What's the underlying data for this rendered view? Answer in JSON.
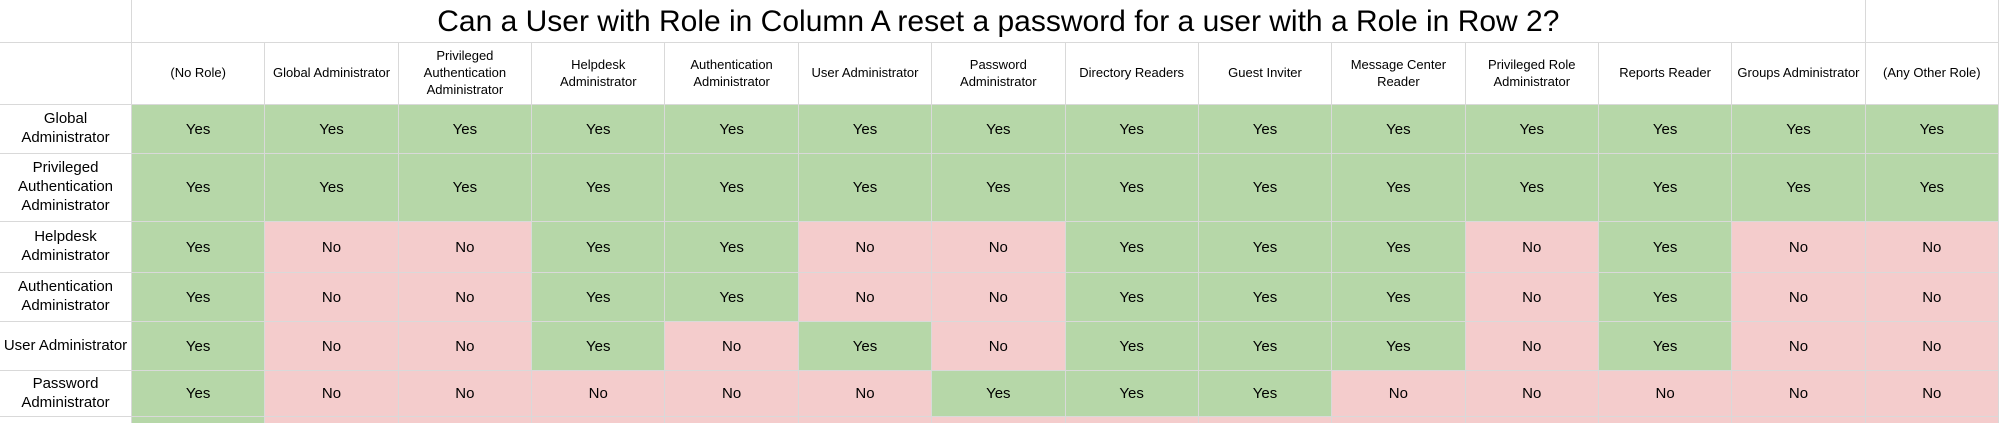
{
  "chart_data": {
    "type": "table",
    "title": "Can a User with Role in Column A reset a password for a user with a Role in Row 2?",
    "columns": [
      "(No Role)",
      "Global Administrator",
      "Privileged Authentication Administrator",
      "Helpdesk Administrator",
      "Authentication Administrator",
      "User Administrator",
      "Password Administrator",
      "Directory Readers",
      "Guest Inviter",
      "Message Center Reader",
      "Privileged Role Administrator",
      "Reports Reader",
      "Groups Administrator",
      "(Any Other Role)"
    ],
    "rows": [
      {
        "label": "Global Administrator",
        "values": [
          "Yes",
          "Yes",
          "Yes",
          "Yes",
          "Yes",
          "Yes",
          "Yes",
          "Yes",
          "Yes",
          "Yes",
          "Yes",
          "Yes",
          "Yes",
          "Yes"
        ]
      },
      {
        "label": "Privileged Authentication Administrator",
        "values": [
          "Yes",
          "Yes",
          "Yes",
          "Yes",
          "Yes",
          "Yes",
          "Yes",
          "Yes",
          "Yes",
          "Yes",
          "Yes",
          "Yes",
          "Yes",
          "Yes"
        ]
      },
      {
        "label": "Helpdesk Administrator",
        "values": [
          "Yes",
          "No",
          "No",
          "Yes",
          "Yes",
          "No",
          "No",
          "Yes",
          "Yes",
          "Yes",
          "No",
          "Yes",
          "No",
          "No"
        ]
      },
      {
        "label": "Authentication Administrator",
        "values": [
          "Yes",
          "No",
          "No",
          "Yes",
          "Yes",
          "No",
          "No",
          "Yes",
          "Yes",
          "Yes",
          "No",
          "Yes",
          "No",
          "No"
        ]
      },
      {
        "label": "User Administrator",
        "values": [
          "Yes",
          "No",
          "No",
          "Yes",
          "No",
          "Yes",
          "No",
          "Yes",
          "Yes",
          "Yes",
          "No",
          "Yes",
          "No",
          "No"
        ]
      },
      {
        "label": "Password Administrator",
        "values": [
          "Yes",
          "No",
          "No",
          "No",
          "No",
          "No",
          "Yes",
          "Yes",
          "Yes",
          "No",
          "No",
          "No",
          "No",
          "No"
        ]
      }
    ],
    "partial_bottom_row": {
      "note": "cut off at screenshot edge, colors only visible",
      "cell_colors": [
        "yes",
        "no",
        "no",
        "no",
        "no",
        "no",
        "no",
        "no",
        "no",
        "no",
        "no",
        "no",
        "no",
        "no"
      ]
    }
  },
  "colors": {
    "yes_fill": "#b6d7a8",
    "no_fill": "#f4cccc",
    "gridline": "#d9d9d9",
    "text": "#000000",
    "background": "#ffffff"
  }
}
